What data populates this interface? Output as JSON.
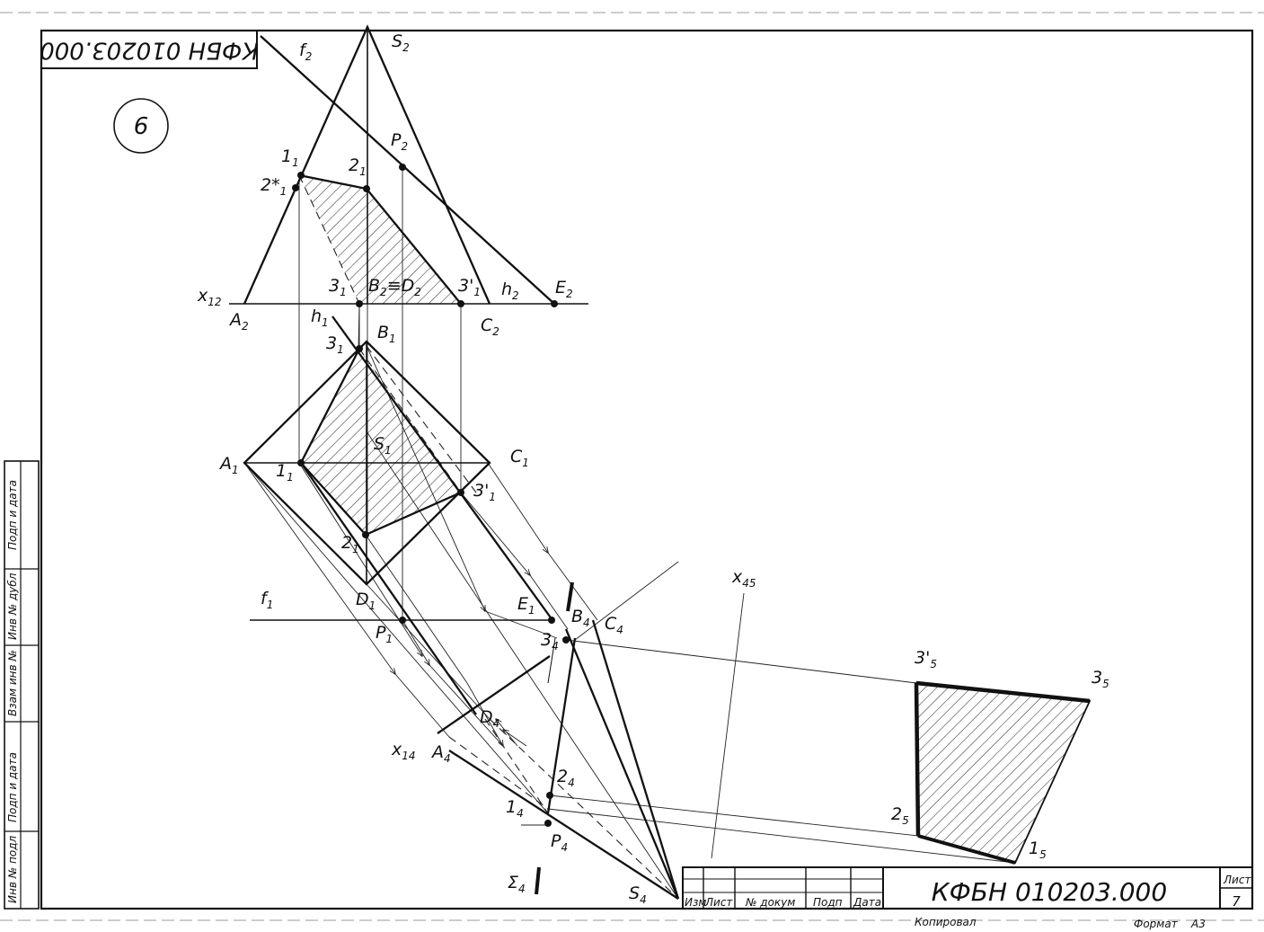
{
  "title_block": {
    "doc_code": "КФБН 010203.000",
    "sheet_label": "Лист",
    "sheet_number": "7",
    "copied_by": "Копировал",
    "format_label": "Формат",
    "format_value": "А3",
    "columns": [
      "Изм",
      "Лист",
      "№ докум",
      "Подп",
      "Дата"
    ]
  },
  "stamp_code": "КФБН 010203.000",
  "sheet_circle": "6",
  "side_strip": [
    "Инв № подл",
    "Подп и дата",
    "Взам инв №",
    "Инв № дубл",
    "Подп и дата"
  ],
  "labels": {
    "f2": [
      "f",
      "2"
    ],
    "S2": [
      "S",
      "2"
    ],
    "P2": [
      "P",
      "2"
    ],
    "p11": [
      "1",
      "1"
    ],
    "p21": [
      "2",
      "1"
    ],
    "p2s": [
      "2*",
      "1"
    ],
    "x12": [
      "x",
      "12"
    ],
    "A2": [
      "A",
      "2"
    ],
    "p31a": [
      "3",
      "1"
    ],
    "B2D2": [
      "B",
      "2",
      "≡D",
      "2"
    ],
    "p3p1a": [
      "3'",
      "1"
    ],
    "h2": [
      "h",
      "2"
    ],
    "E2": [
      "E",
      "2"
    ],
    "C2": [
      "C",
      "2"
    ],
    "h1": [
      "h",
      "1"
    ],
    "p31b": [
      "3",
      "1"
    ],
    "B1": [
      "B",
      "1"
    ],
    "A1": [
      "A",
      "1"
    ],
    "p11b": [
      "1",
      "1"
    ],
    "S1": [
      "S",
      "1"
    ],
    "C1": [
      "C",
      "1"
    ],
    "p3p1b": [
      "3'",
      "1"
    ],
    "p21b": [
      "2",
      "1"
    ],
    "D1": [
      "D",
      "1"
    ],
    "f1": [
      "f",
      "1"
    ],
    "E1": [
      "E",
      "1"
    ],
    "P1": [
      "P",
      "1"
    ],
    "B4": [
      "B",
      "4"
    ],
    "C4": [
      "C",
      "4"
    ],
    "p34": [
      "3",
      "4"
    ],
    "x45": [
      "x",
      "45"
    ],
    "D4": [
      "D",
      "4"
    ],
    "x14": [
      "x",
      "14"
    ],
    "A4": [
      "A",
      "4"
    ],
    "p24": [
      "2",
      "4"
    ],
    "p14": [
      "1",
      "4"
    ],
    "P4": [
      "P",
      "4"
    ],
    "Sig4": [
      "Σ",
      "4"
    ],
    "S4": [
      "S",
      "4"
    ],
    "p3p5": [
      "3'",
      "5"
    ],
    "p35": [
      "3",
      "5"
    ],
    "p25": [
      "2",
      "5"
    ],
    "p15": [
      "1",
      "5"
    ]
  }
}
